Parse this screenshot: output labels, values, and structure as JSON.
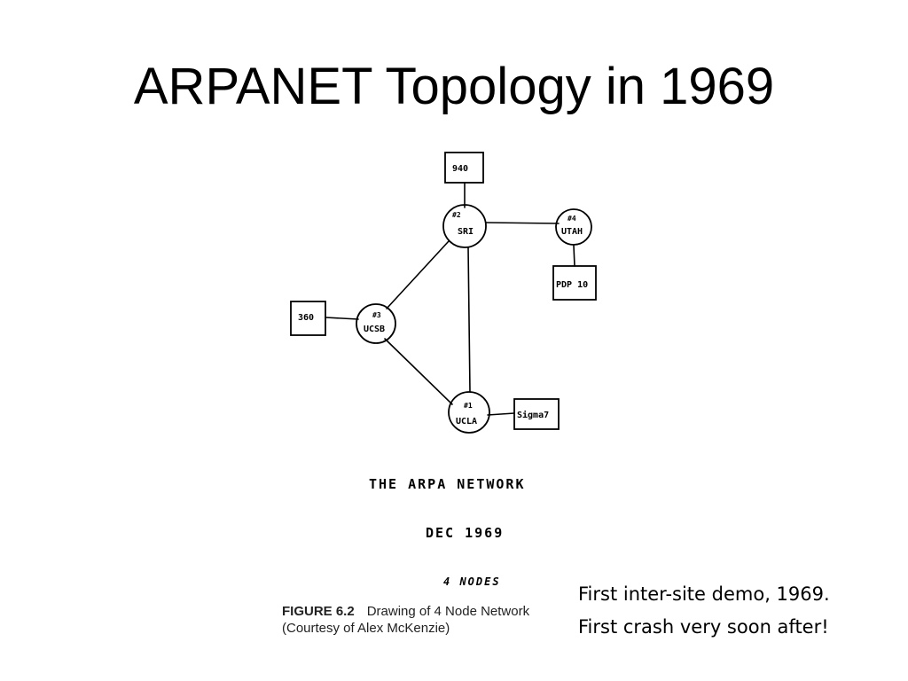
{
  "slide": {
    "title": "ARPANET Topology in 1969"
  },
  "diagram": {
    "imps": [
      {
        "id": "sri",
        "number": "#2",
        "name": "SRI"
      },
      {
        "id": "utah",
        "number": "#4",
        "name": "UTAH"
      },
      {
        "id": "ucsb",
        "number": "#3",
        "name": "UCSB"
      },
      {
        "id": "ucla",
        "number": "#1",
        "name": "UCLA"
      }
    ],
    "hosts": [
      {
        "id": "h940",
        "name": "940"
      },
      {
        "id": "pdp10",
        "name": "PDP 10"
      },
      {
        "id": "h360",
        "name": "360"
      },
      {
        "id": "sigma7",
        "name": "Sigma7"
      }
    ],
    "links": [
      [
        "h940",
        "sri"
      ],
      [
        "sri",
        "utah"
      ],
      [
        "utah",
        "pdp10"
      ],
      [
        "sri",
        "ucsb"
      ],
      [
        "sri",
        "ucla"
      ],
      [
        "ucsb",
        "ucla"
      ],
      [
        "h360",
        "ucsb"
      ],
      [
        "ucla",
        "sigma7"
      ]
    ],
    "handwritten": {
      "line1": "THE ARPA NETWORK",
      "line2": "DEC 1969",
      "line3": "4 NODES"
    }
  },
  "figure_caption": {
    "number": "FIGURE 6.2",
    "text": "Drawing of 4 Node Network",
    "credit": "(Courtesy of Alex McKenzie)"
  },
  "note": {
    "line1": "First inter-site demo, 1969.",
    "line2": "First crash very soon after!"
  }
}
